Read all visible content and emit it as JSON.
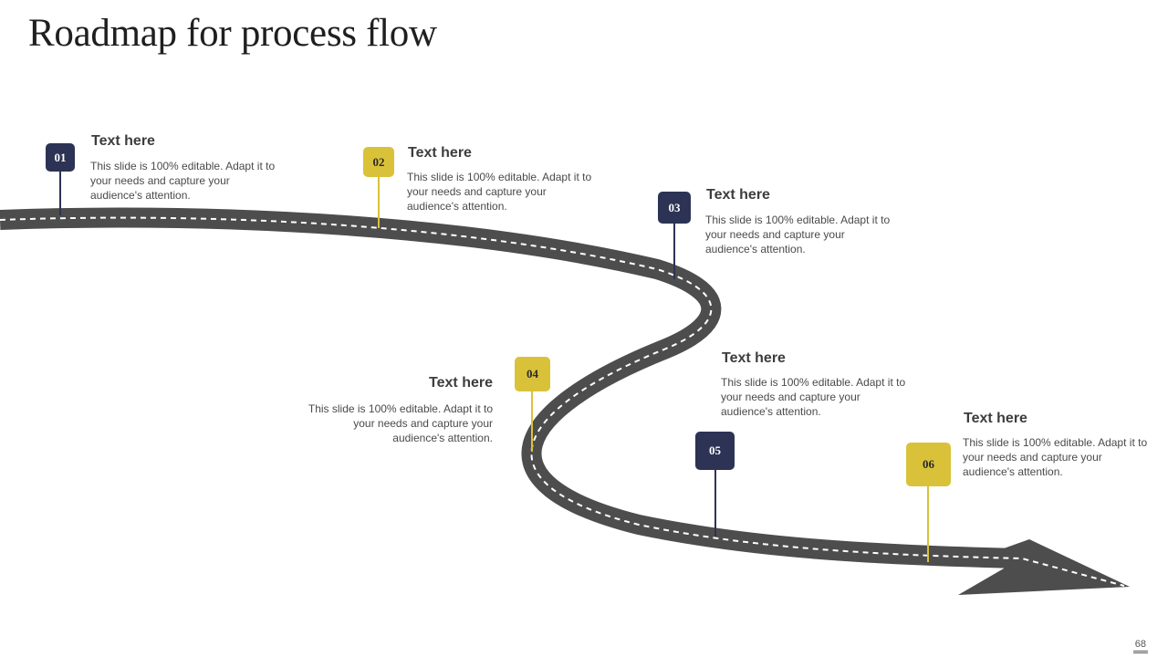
{
  "title": "Roadmap for process flow",
  "page_number": "68",
  "colors": {
    "navy": "#2c3354",
    "gold": "#d9c23a",
    "road": "#4d4d4d",
    "dash": "#ffffff"
  },
  "steps": [
    {
      "number": "01",
      "title": "Text here",
      "description": "This slide is 100% editable. Adapt it to your needs and capture your audience's attention.",
      "color": "navy"
    },
    {
      "number": "02",
      "title": "Text here",
      "description": "This slide is 100% editable. Adapt it to your needs and capture your audience's attention.",
      "color": "gold"
    },
    {
      "number": "03",
      "title": "Text here",
      "description": "This slide is 100% editable. Adapt it to your needs and capture your audience's attention.",
      "color": "navy"
    },
    {
      "number": "04",
      "title": "Text here",
      "description": "This slide is 100% editable. Adapt it to your needs and capture your audience's attention.",
      "color": "gold"
    },
    {
      "number": "05",
      "title": "Text here",
      "description": "This slide is 100% editable. Adapt it to your needs and capture your audience's attention.",
      "color": "navy"
    },
    {
      "number": "06",
      "title": "Text here",
      "description": "This slide is 100% editable. Adapt it to your needs and capture your audience's attention.",
      "color": "gold"
    }
  ]
}
